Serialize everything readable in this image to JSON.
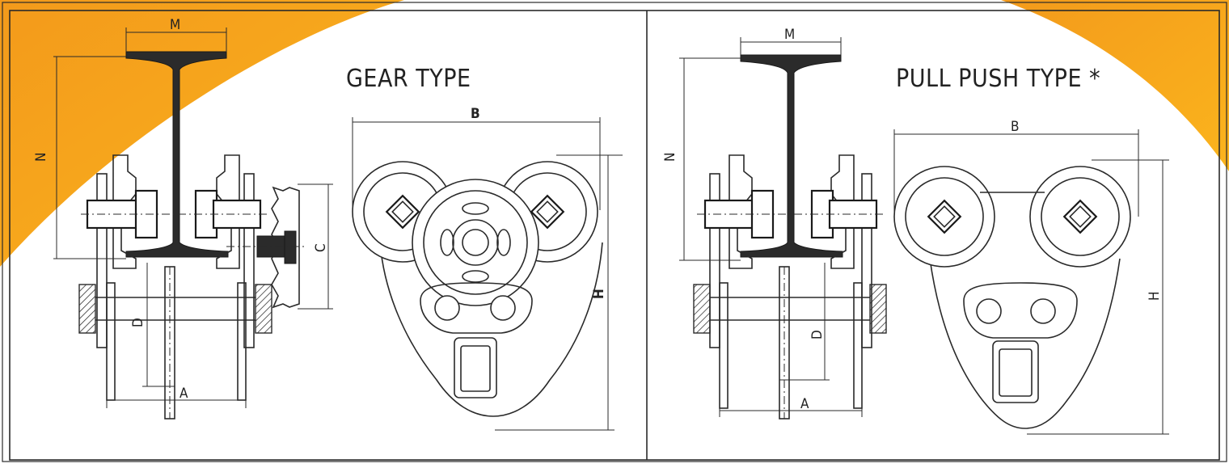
{
  "panels": {
    "gear": {
      "title": "GEAR TYPE",
      "labels": {
        "m": "M",
        "n": "N",
        "b": "B",
        "c": "C",
        "d": "D",
        "h": "H",
        "a": "A"
      }
    },
    "pull_push": {
      "title": "PULL PUSH TYPE *",
      "labels": {
        "m": "M",
        "n": "N",
        "b": "B",
        "d": "D",
        "h": "H",
        "a": "A"
      }
    }
  },
  "colors": {
    "accent_orange": "#f39a1b",
    "accent_yellow": "#fbb31b",
    "frame": "#2a2a2a",
    "background": "#ffffff"
  }
}
